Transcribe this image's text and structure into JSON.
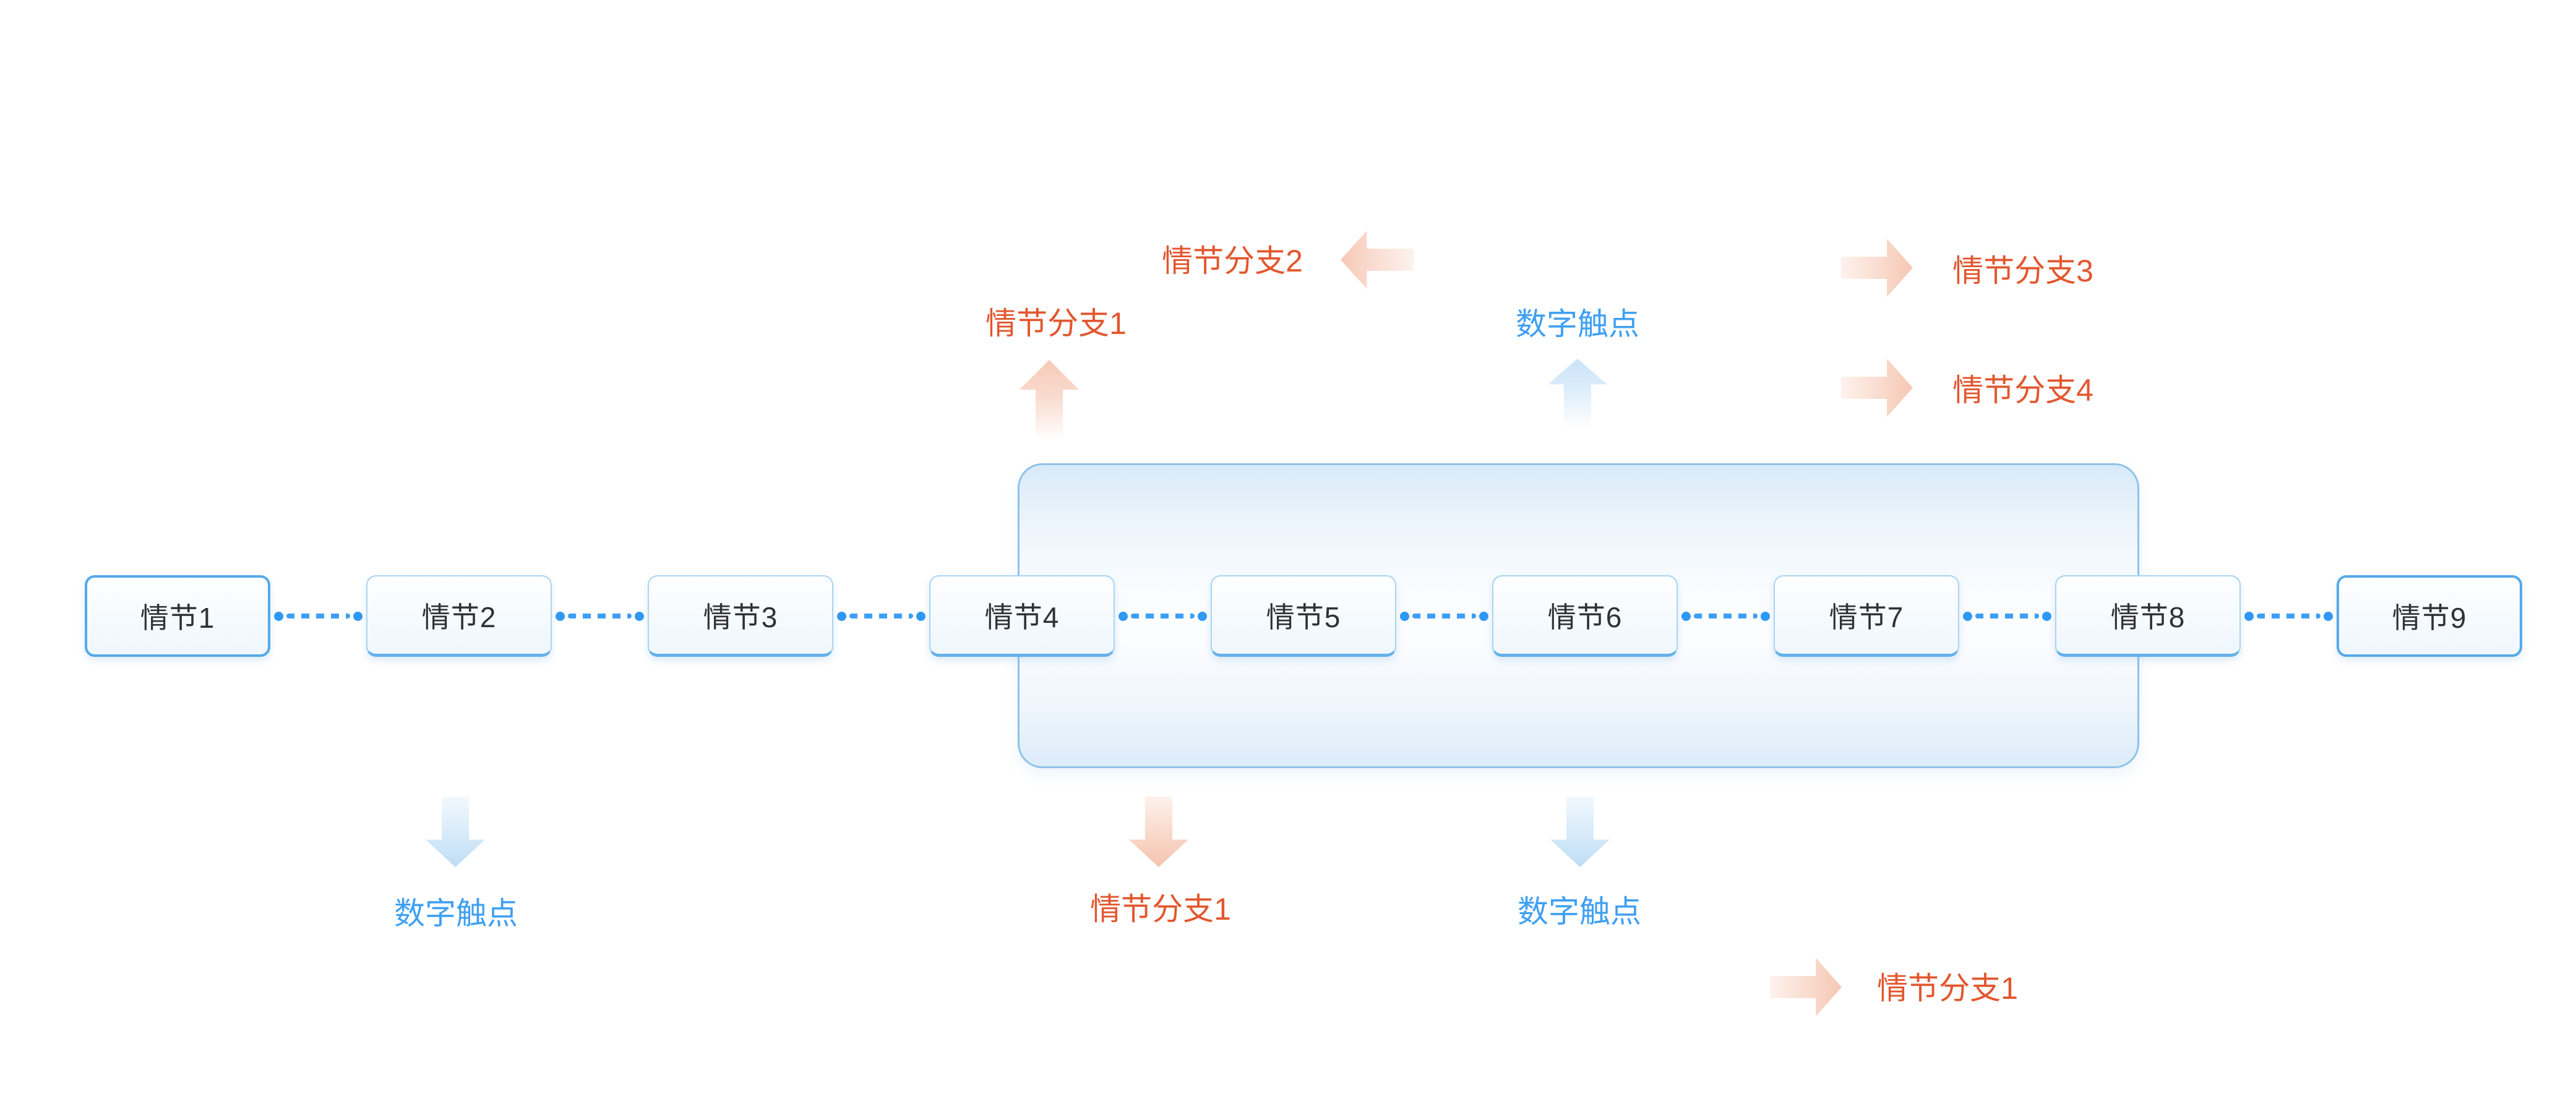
{
  "diagram": {
    "background": "#FFFFFF",
    "plot_nodes": [
      {
        "label": "情节1"
      },
      {
        "label": "情节2"
      },
      {
        "label": "情节3"
      },
      {
        "label": "情节4"
      },
      {
        "label": "情节5"
      },
      {
        "label": "情节6"
      },
      {
        "label": "情节7"
      },
      {
        "label": "情节8"
      },
      {
        "label": "情节9"
      }
    ],
    "annotations": {
      "top": {
        "branch1": {
          "text": "情节分支1",
          "color": "#E2572F",
          "arrow": "up"
        },
        "branch2": {
          "text": "情节分支2",
          "color": "#E2572F",
          "arrow": "left"
        },
        "touchpoint": {
          "text": "数字触点",
          "color": "#3FA0F2",
          "arrow": "up"
        },
        "branch3": {
          "text": "情节分支3",
          "color": "#E2572F",
          "arrow": "right"
        },
        "branch4": {
          "text": "情节分支4",
          "color": "#E2572F",
          "arrow": "right"
        }
      },
      "bottom": {
        "touchpoint1": {
          "text": "数字触点",
          "color": "#3FA0F2",
          "arrow": "down"
        },
        "branch1": {
          "text": "情节分支1",
          "color": "#E2572F",
          "arrow": "down"
        },
        "touchpoint2": {
          "text": "数字触点",
          "color": "#3FA0F2",
          "arrow": "down"
        },
        "branch1_right": {
          "text": "情节分支1",
          "color": "#E2572F",
          "arrow": "right"
        }
      }
    },
    "colors": {
      "node_border_strong": "#55A9E8",
      "node_border_light": "#A9D5F3",
      "node_border_bottom": "#63B0EA",
      "node_text": "#2F3235",
      "connector_blue": "#3E9EF5",
      "group_border": "#8FC2E7",
      "group_fill_top": "#D7EAF8",
      "label_orange": "#E2572F",
      "label_blue": "#3FA0F2",
      "arrow_orange": "#F6C8B5",
      "arrow_blue": "#C9E3F8"
    }
  }
}
